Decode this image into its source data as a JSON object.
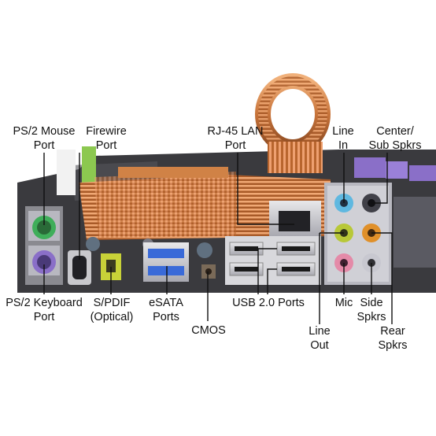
{
  "labels": {
    "ps2_mouse": [
      "PS/2 Mouse",
      "Port"
    ],
    "firewire": [
      "Firewire",
      "Port"
    ],
    "rj45_lan": [
      "RJ-45 LAN",
      "Port"
    ],
    "line_in": [
      "Line",
      "In"
    ],
    "center_sub": [
      "Center/",
      "Sub Spkrs"
    ],
    "ps2_keyboard": [
      "PS/2 Keyboard",
      "Port"
    ],
    "spdif": [
      "S/PDIF",
      "(Optical)"
    ],
    "esata": [
      "eSATA",
      "Ports"
    ],
    "cmos": [
      "CMOS"
    ],
    "usb": [
      "USB 2.0 Ports"
    ],
    "line_out": [
      "Line",
      "Out"
    ],
    "mic": [
      "Mic"
    ],
    "side": [
      "Side",
      "Spkrs"
    ],
    "rear": [
      "Rear",
      "Spkrs"
    ]
  },
  "colors": {
    "copper": "#c8743a",
    "pcb": "#3a3a3e",
    "ps2_mouse": "#3fae5a",
    "ps2_keyboard": "#8a6fc8",
    "audio_blue": "#5fb8e0",
    "audio_lime": "#b8c838",
    "audio_orange": "#e0902a",
    "audio_pink": "#e48aa8",
    "audio_grey": "#c8c8d0",
    "esata_blue": "#3a6ad8"
  }
}
